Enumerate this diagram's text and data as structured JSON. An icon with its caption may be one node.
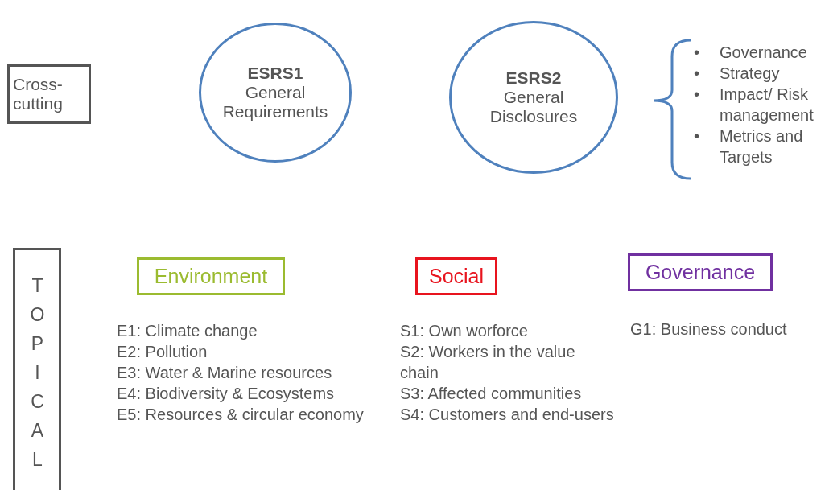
{
  "diagram": {
    "nodes": [
      {
        "text": [
          "Cross-cutting"
        ]
      },
      {
        "text": [
          "ESRS1",
          "General Requirements"
        ]
      },
      {
        "text": [
          "ESRS2",
          "General Disclosures"
        ]
      },
      {
        "text": [
          "TOPICAL"
        ]
      },
      {
        "text": [
          "Environment"
        ]
      },
      {
        "text": [
          "Social"
        ]
      },
      {
        "text": [
          "Governance"
        ]
      }
    ],
    "edges": [],
    "labels": [
      "•",
      "Governance",
      "•",
      "Strategy",
      "•",
      "Impact/ Risk management",
      "•",
      "Metrics and Targets",
      "E1: Climate change",
      "E2: Pollution",
      "E3: Water & Marine resources",
      "E4: Biodiversity & Ecosystems",
      "E5: Resources & circular economy",
      "S1: Own worforce",
      "S2: Workers in the value chain",
      "S3: Affected communities",
      "S4: Customers and end-users",
      "G1: Business conduct"
    ]
  }
}
